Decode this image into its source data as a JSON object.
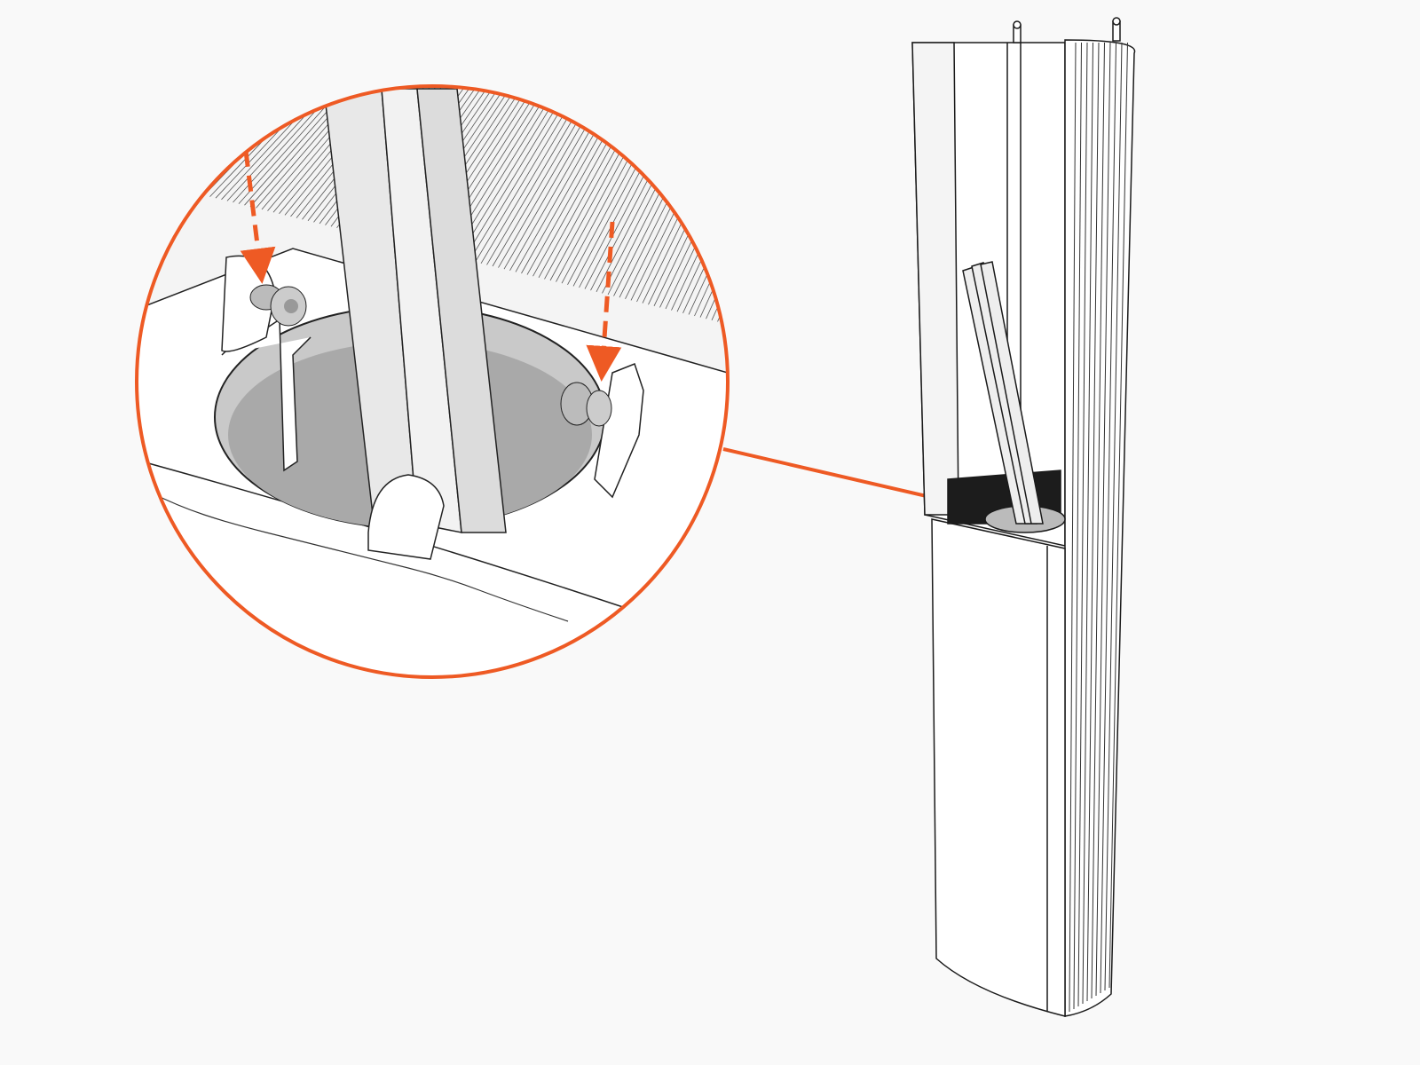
{
  "illustration": {
    "colors": {
      "background": "#f9f9f9",
      "accent": "#ee5a24",
      "line": "#1a1a1a",
      "hole_dark": "#a9a9a9",
      "hole_light": "#c9c9c9",
      "panel": "#ffffff",
      "cavity": "#1c1c1c"
    },
    "icons": [
      "magnifier-callout",
      "screw-left",
      "screw-right",
      "insertion-arrow-left",
      "insertion-arrow-right"
    ]
  }
}
